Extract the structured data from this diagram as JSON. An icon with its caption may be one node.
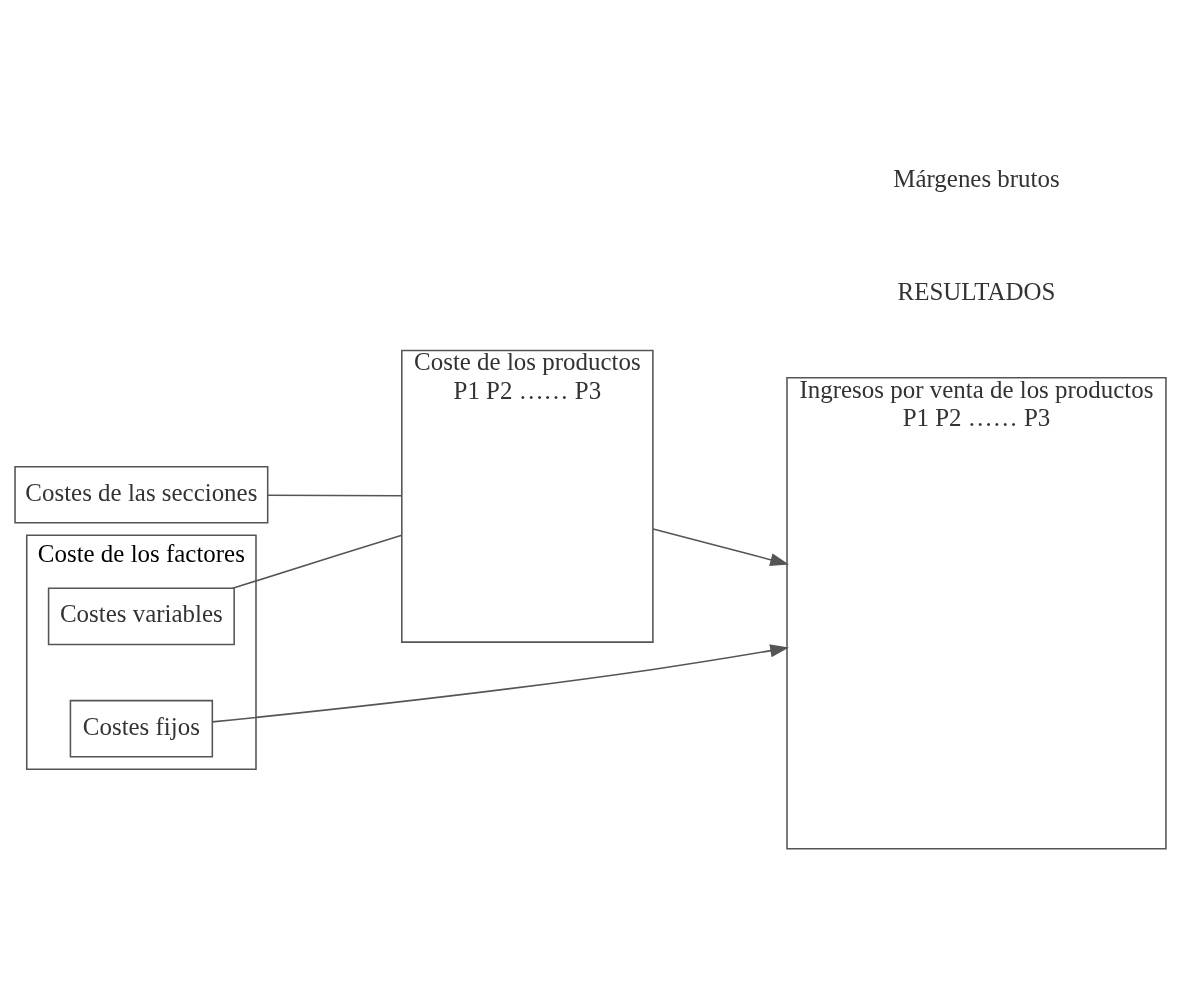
{
  "diagram": {
    "nodes": [
      {
        "text": [
          "Coste de los factores"
        ]
      },
      {
        "text": [
          "Costes variables"
        ],
        "in": 0
      },
      {
        "text": [
          "Costes fijos"
        ],
        "in": 0
      },
      {
        "text": [
          "Costes de las secciones"
        ]
      },
      {
        "text": [
          "Coste de los productos",
          "P1 P2 …… P3"
        ]
      },
      {
        "text": [
          "Ingresos por venta de los productos",
          "P1 P2 …… P3"
        ]
      }
    ],
    "edges": [
      {
        "from": 1,
        "to": 4,
        "arrow": "none"
      },
      {
        "from": 3,
        "to": 4,
        "arrow": "none"
      },
      {
        "from": 4,
        "to": 5,
        "arrow": "to"
      },
      {
        "from": 2,
        "to": 5,
        "arrow": "to"
      }
    ],
    "labels": [
      "RESULTADOS",
      "Márgenes brutos"
    ]
  }
}
